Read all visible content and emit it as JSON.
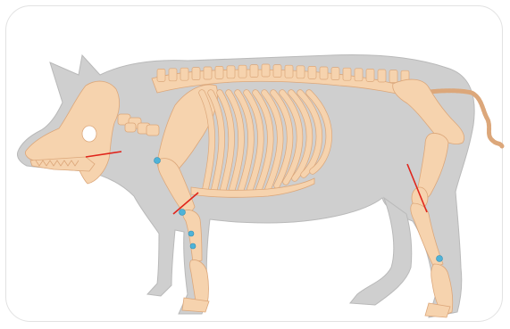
{
  "diagram": {
    "subject": "pig-skeleton",
    "colors": {
      "silhouette": "#cfcfcf",
      "silhouette_outline": "#b9b9b9",
      "bone": "#f6d3ae",
      "bone_outline": "#dca77a",
      "marker_line": "#e0241b",
      "joint_marker": "#4fb3d8",
      "frame_border": "#e2e2e2"
    },
    "markers": [
      {
        "id": "jaw-line"
      },
      {
        "id": "elbow-line"
      },
      {
        "id": "stifle-line"
      }
    ],
    "joints": [
      {
        "id": "shoulder-joint"
      },
      {
        "id": "elbow-joint"
      },
      {
        "id": "carpus-joint-1"
      },
      {
        "id": "carpus-joint-2"
      },
      {
        "id": "hock-joint"
      }
    ]
  }
}
